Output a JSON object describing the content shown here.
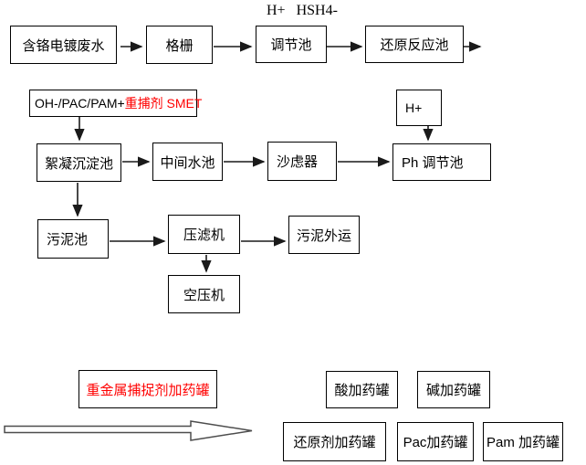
{
  "top_annotation": "H+   HSH4-",
  "colors": {
    "red_text": "#ff0000",
    "box_border": "#000000",
    "arrow": "#1a1a1a",
    "hollow_arrow_outline": "#4d4d4d",
    "background": "#ffffff"
  },
  "boxes": [
    {
      "label": "含铬电镀废水"
    },
    {
      "label": "格栅"
    },
    {
      "label": "调节池"
    },
    {
      "label": "还原反应池"
    },
    {
      "label_black": "OH-/PAC/PAM+",
      "label_red": "重捕剂 SMET"
    },
    {
      "label": "H+"
    },
    {
      "label": "絮凝沉淀池"
    },
    {
      "label": "中间水池"
    },
    {
      "label": "沙虑器"
    },
    {
      "label": "Ph 调节池"
    },
    {
      "label": "污泥池"
    },
    {
      "label": "压滤机"
    },
    {
      "label": "污泥外运"
    },
    {
      "label": "空压机"
    },
    {
      "label": "重金属捕捉剂加药罐"
    },
    {
      "label": "酸加药罐"
    },
    {
      "label": "碱加药罐"
    },
    {
      "label": "还原剂加药罐"
    },
    {
      "label": "Pac加药罐"
    },
    {
      "label": "Pam 加药罐"
    }
  ],
  "connections": [
    {
      "from": "含铬电镀废水",
      "to": "格栅"
    },
    {
      "from": "格栅",
      "to": "调节池"
    },
    {
      "from": "调节池",
      "to": "还原反应池"
    },
    {
      "from": "还原反应池",
      "to": "出口"
    },
    {
      "from": "OH-/PAC/PAM+重捕剂 SMET",
      "to": "絮凝沉淀池"
    },
    {
      "from": "H+",
      "to": "Ph 调节池"
    },
    {
      "from": "絮凝沉淀池",
      "to": "中间水池"
    },
    {
      "from": "中间水池",
      "to": "沙虑器"
    },
    {
      "from": "沙虑器",
      "to": "Ph 调节池"
    },
    {
      "from": "絮凝沉淀池",
      "to": "污泥池"
    },
    {
      "from": "污泥池",
      "to": "压滤机"
    },
    {
      "from": "压滤机",
      "to": "污泥外运"
    },
    {
      "from": "压滤机",
      "to": "空压机"
    }
  ]
}
